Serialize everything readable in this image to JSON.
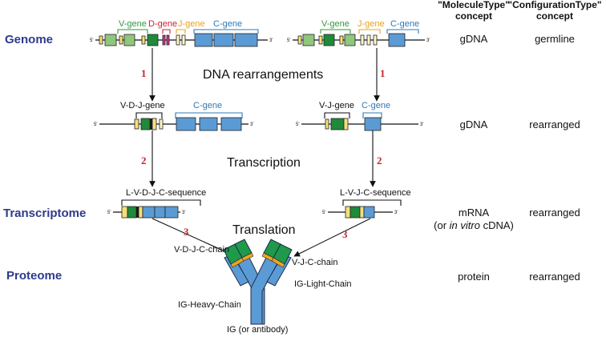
{
  "levels": {
    "genome": "Genome",
    "transcriptome": "Transcriptome",
    "proteome": "Proteome"
  },
  "steps": {
    "rearrangement": "DNA rearrangements",
    "transcription": "Transcription",
    "translation": "Translation"
  },
  "step_numbers": {
    "one": "1",
    "two": "2",
    "three": "3"
  },
  "gene_labels": {
    "v_gene": "V-gene",
    "d_gene": "D-gene",
    "j_gene": "J-gene",
    "c_gene": "C-gene"
  },
  "rearranged_labels": {
    "vdj_gene": "V-D-J-gene",
    "vj_gene": "V-J-gene",
    "c_gene": "C-gene"
  },
  "sequence_labels": {
    "heavy_seq": "L-V-D-J-C-sequence",
    "light_seq": "L-V-J-C-sequence"
  },
  "strand_ends": {
    "five": "5'",
    "three": "3'"
  },
  "protein_labels": {
    "vdjc_chain": "V-D-J-C-chain",
    "vjc_chain": "V-J-C-chain",
    "light_chain": "IG-Light-Chain",
    "heavy_chain": "IG-Heavy-Chain",
    "antibody": "IG (or antibody)"
  },
  "table": {
    "molecule_header": [
      "\"MoleculeType\"",
      "concept"
    ],
    "configuration_header": [
      "\"ConfigurationType\"",
      "concept"
    ],
    "rows": [
      {
        "molecule": "gDNA",
        "configuration": "germline"
      },
      {
        "molecule": "gDNA",
        "configuration": "rearranged"
      },
      {
        "molecule": "mRNA",
        "molecule_note_prefix": "(or ",
        "molecule_note_italic": "in vitro",
        "molecule_note_suffix": " cDNA)",
        "configuration": "rearranged"
      },
      {
        "molecule": "protein",
        "configuration": "rearranged"
      }
    ]
  },
  "colors": {
    "v": "#2e9a3e",
    "d": "#d11f30",
    "j": "#e8a317",
    "c": "#2f78b6",
    "level_text": "#2e3a8c",
    "step_number": "#c0262d"
  }
}
